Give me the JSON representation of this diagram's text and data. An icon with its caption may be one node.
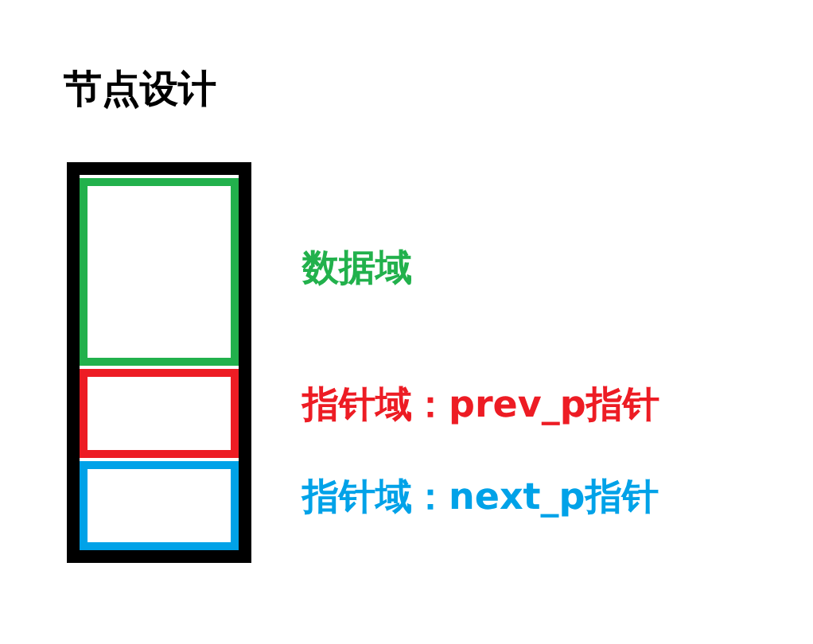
{
  "diagram": {
    "title": "节点设计",
    "nodes": [
      {
        "text": [],
        "shape": "box"
      },
      {
        "text": [],
        "shape": "box",
        "in": 0,
        "beside": [
          "数据域"
        ]
      },
      {
        "text": [],
        "shape": "box",
        "in": 0,
        "beside": [
          "指针域：prev_p指针"
        ]
      },
      {
        "text": [],
        "shape": "box",
        "in": 0,
        "beside": [
          "指针域：next_p指针"
        ]
      }
    ]
  }
}
